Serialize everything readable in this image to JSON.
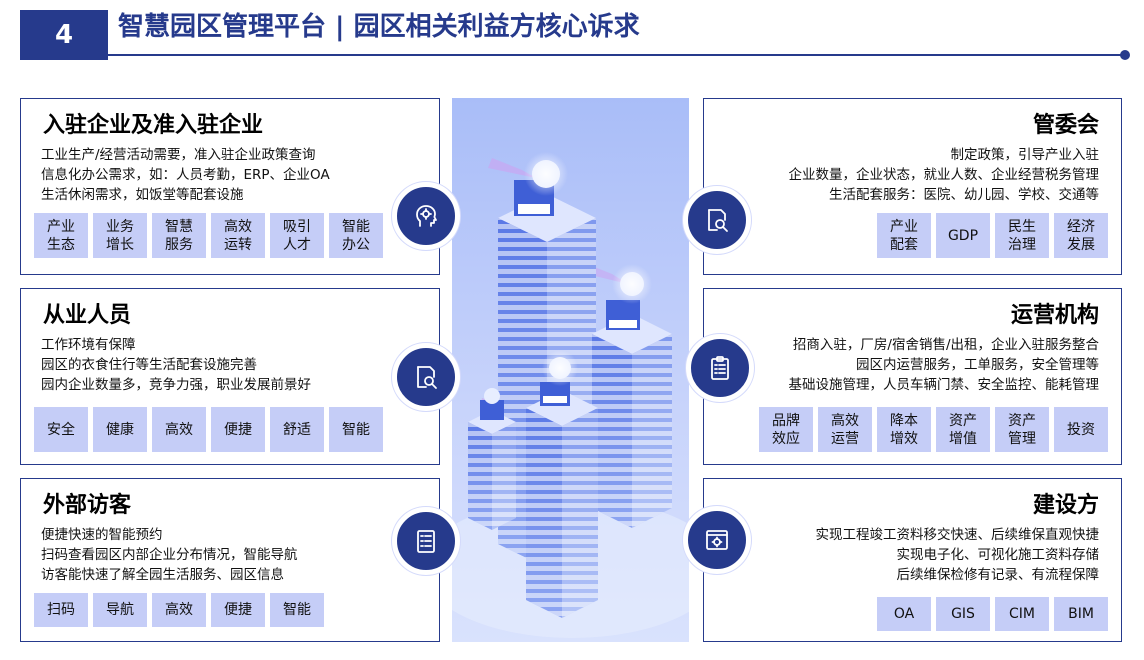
{
  "header": {
    "number": "4",
    "title": "智慧园区管理平台 | 园区相关利益方核心诉求"
  },
  "cards": {
    "enterprise": {
      "title": "入驻企业及准入驻企业",
      "desc": [
        "工业生产/经营活动需要，准入驻企业政策查询",
        "信息化办公需求，如：人员考勤，ERP、企业OA",
        "生活休闲需求，如饭堂等配套设施"
      ],
      "tags": [
        "产业\n生态",
        "业务\n增长",
        "智慧\n服务",
        "高效\n运转",
        "吸引\n人才",
        "智能\n办公"
      ]
    },
    "employees": {
      "title": "从业人员",
      "desc": [
        "工作环境有保障",
        "园区的衣食住行等生活配套设施完善",
        "园内企业数量多，竞争力强，职业发展前景好"
      ],
      "tags": [
        "安全",
        "健康",
        "高效",
        "便捷",
        "舒适",
        "智能"
      ]
    },
    "visitors": {
      "title": "外部访客",
      "desc": [
        "便捷快速的智能预约",
        "扫码查看园区内部企业分布情况，智能导航",
        "访客能快速了解全园生活服务、园区信息"
      ],
      "tags": [
        "扫码",
        "导航",
        "高效",
        "便捷",
        "智能"
      ]
    },
    "committee": {
      "title": "管委会",
      "desc": [
        "制定政策，引导产业入驻",
        "企业数量，企业状态，就业人数、企业经营税务管理",
        "生活配套服务：医院、幼儿园、学校、交通等"
      ],
      "tags": [
        "产业\n配套",
        "GDP",
        "民生\n治理",
        "经济\n发展"
      ]
    },
    "operator": {
      "title": "运营机构",
      "desc": [
        "招商入驻，厂房/宿舍销售/出租，企业入驻服务整合",
        "园区内运营服务，工单服务，安全管理等",
        "基础设施管理，人员车辆门禁、安全监控、能耗管理"
      ],
      "tags": [
        "品牌\n效应",
        "高效\n运营",
        "降本\n增效",
        "资产\n增值",
        "资产\n管理",
        "投资"
      ]
    },
    "builder": {
      "title": "建设方",
      "desc": [
        "实现工程竣工资料移交快速、后续维保直观快捷",
        "实现电子化、可视化施工资料存储",
        "后续维保检修有记录、有流程保障"
      ],
      "tags": [
        "OA",
        "GIS",
        "CIM",
        "BIM"
      ]
    }
  },
  "icons": {
    "enterprise": "head-gear-icon",
    "employees": "search-document-icon",
    "visitors": "checklist-icon",
    "committee": "search-document-icon",
    "operator": "clipboard-list-icon",
    "builder": "settings-window-icon"
  },
  "colors": {
    "primary": "#263a8c",
    "tag_bg": "#c5cdf7",
    "illustration_bg": "#b4c6f9"
  }
}
